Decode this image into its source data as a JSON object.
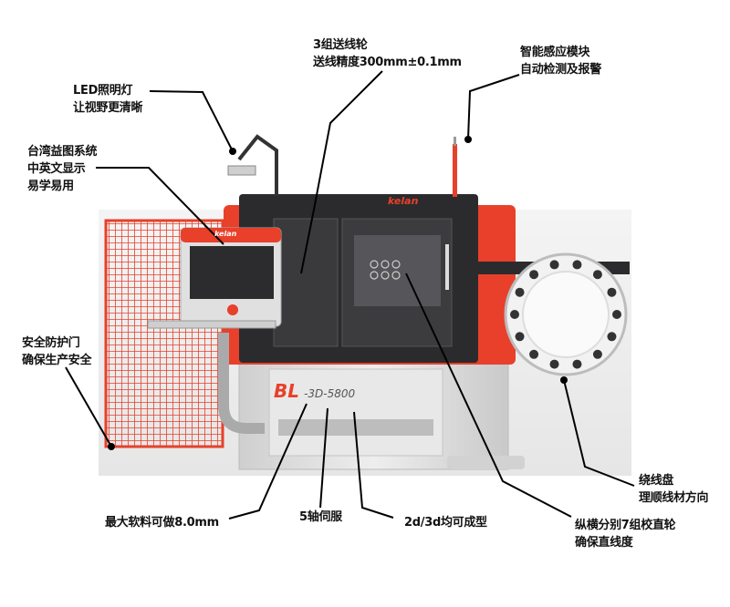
{
  "machine": {
    "brand_logo": "kelan",
    "model_prefix": "BL",
    "model_suffix": "-3D-5800",
    "colors": {
      "accent_red": "#e8402a",
      "body_black": "#2b2b2d",
      "base_gray": "#dcdcdc"
    }
  },
  "callouts": {
    "feed": [
      "3组送线轮",
      "送线精度300mm±0.1mm"
    ],
    "sensor": [
      "智能感应模块",
      "自动检测及报警"
    ],
    "led": [
      "LED照明灯",
      "让视野更清晰"
    ],
    "system": [
      "台湾益图系统",
      "中英文显示",
      "易学易用"
    ],
    "door": [
      "安全防护门",
      "确保生产安全"
    ],
    "wire": [
      "最大软料可做8.0mm"
    ],
    "servo": [
      "5轴伺服"
    ],
    "forming": [
      "2d/3d均可成型"
    ],
    "straighten": [
      "纵横分别7组校直轮",
      "确保直线度"
    ],
    "reel": [
      "绕线盘",
      "理顺线材方向"
    ]
  }
}
